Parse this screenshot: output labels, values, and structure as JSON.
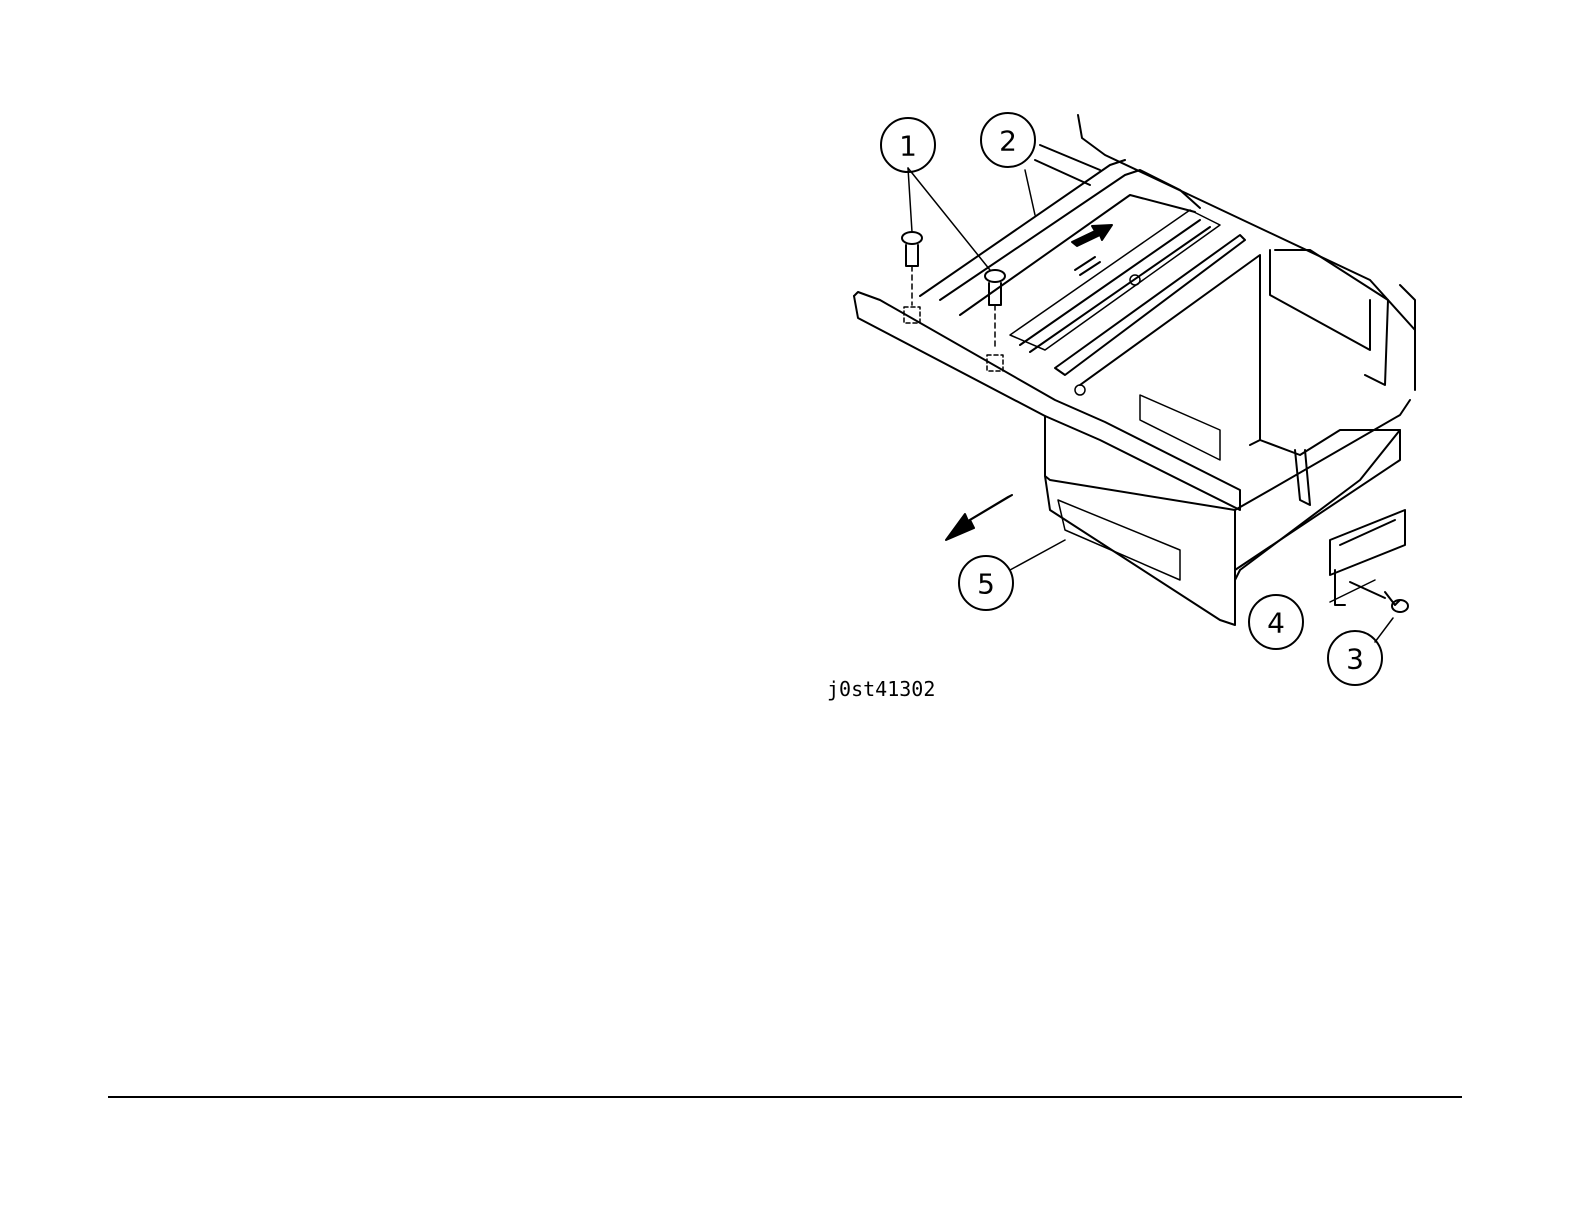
{
  "figure": {
    "id_label": "j0st41302",
    "callouts": [
      {
        "number": "1"
      },
      {
        "number": "2"
      },
      {
        "number": "3"
      },
      {
        "number": "4"
      },
      {
        "number": "5"
      }
    ]
  }
}
